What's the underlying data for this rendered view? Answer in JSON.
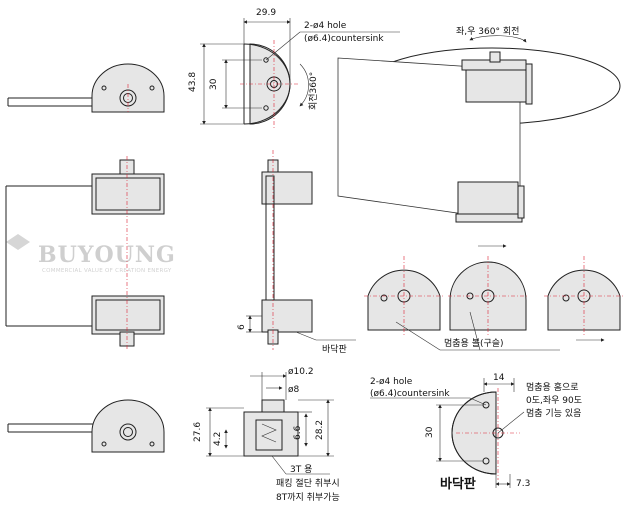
{
  "watermark": {
    "brand": "BUYOUNG",
    "tagline": "COMMERCIAL VALUE OF CREATION ENERGY"
  },
  "dimensions": {
    "width_top": "29.9",
    "height_outer": "43.8",
    "height_inner": "30",
    "rotation_note": "회전360°",
    "stop_height": "6",
    "dia_outer": "ø10.2",
    "dia_inner": "ø8",
    "h_27_6": "27.6",
    "h_4_2": "4.2",
    "h_6_6": "6.6",
    "h_28_2": "28.2",
    "w_14": "14",
    "h_30_b": "30",
    "w_7_3": "7.3"
  },
  "labels": {
    "hole_1": "2-ø4 hole",
    "hole_2": "(ø6.4)countersink",
    "rotate_top": "좌,우 360° 회전",
    "bottom_plate": "바닥판",
    "stop_ball": "멈춤용 볼(구슬)",
    "thickness_1": "3T 용",
    "thickness_2": "패킹 절단 취부시",
    "thickness_3": "8T까지 취부가능",
    "stop_hole_1": "멈춤용 홈으로",
    "stop_hole_2": "0도,좌우 90도",
    "stop_hole_3": "멈춤 기능 있음",
    "bottom_plate_big": "바닥판"
  }
}
